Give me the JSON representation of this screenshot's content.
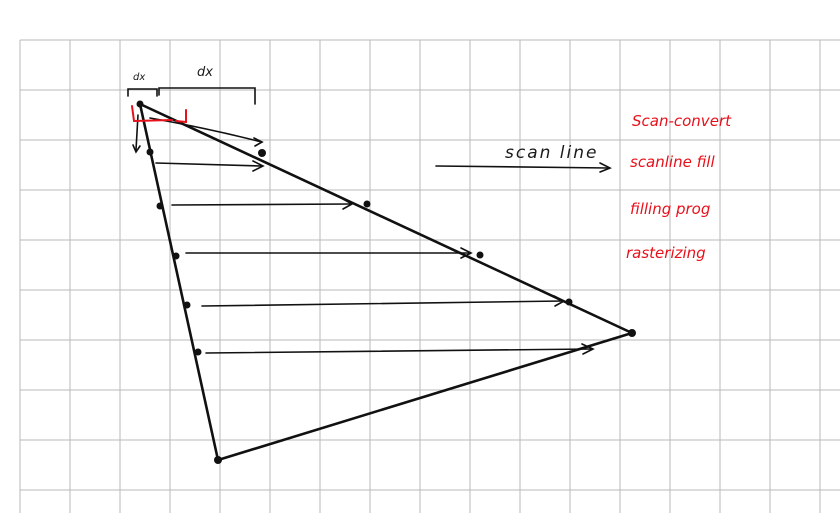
{
  "labels": {
    "small_dx": "dx",
    "big_dx": "dx",
    "scan_line": "scan line"
  },
  "red_notes": [
    "Scan-convert",
    "scanline fill",
    "filling prog",
    "rasterizing"
  ],
  "colors": {
    "grid": "#b8b8b8",
    "ink": "#111111",
    "red_ink": "#e8101a",
    "background": "#ffffff"
  }
}
